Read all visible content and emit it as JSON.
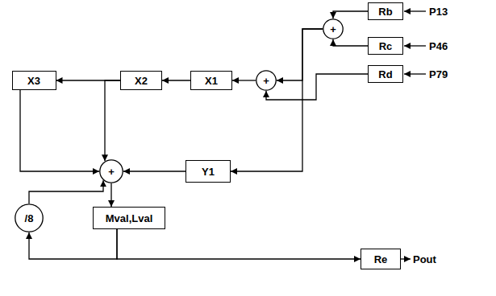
{
  "diagram": {
    "nodes": [
      {
        "text": [
          "Rb"
        ]
      },
      {
        "text": [
          "+"
        ]
      },
      {
        "text": [
          "X3"
        ]
      },
      {
        "text": [
          "X2"
        ]
      },
      {
        "text": [
          "X1"
        ]
      },
      {
        "text": [
          "+"
        ]
      },
      {
        "text": [
          "Rc"
        ]
      },
      {
        "text": [
          "Rd"
        ]
      },
      {
        "text": [
          "+"
        ]
      },
      {
        "text": [
          "Y1"
        ]
      },
      {
        "text": [
          "/8"
        ]
      },
      {
        "text": [
          "Mval,Lval"
        ]
      },
      {
        "text": [
          "Re"
        ]
      }
    ],
    "edges": [
      {
        "from": 0,
        "to": 1,
        "arrow": "to"
      },
      {
        "from": 6,
        "to": 1,
        "arrow": "to"
      },
      {
        "from": 1,
        "to": 5,
        "arrow": "to"
      },
      {
        "from": 7,
        "to": 5,
        "arrow": "to"
      },
      {
        "from": 1,
        "to": 9,
        "arrow": "to"
      },
      {
        "from": 5,
        "to": 4,
        "arrow": "to"
      },
      {
        "from": 4,
        "to": 3,
        "arrow": "to"
      },
      {
        "from": 3,
        "to": 2,
        "arrow": "to"
      },
      {
        "from": 3,
        "to": 8,
        "arrow": "to"
      },
      {
        "from": 2,
        "to": 8,
        "arrow": "to"
      },
      {
        "from": 9,
        "to": 8,
        "arrow": "to"
      },
      {
        "from": 10,
        "to": 8,
        "arrow": "to"
      },
      {
        "from": 8,
        "to": 11,
        "arrow": "to"
      },
      {
        "from": 11,
        "to": 10,
        "arrow": "to"
      },
      {
        "from": 11,
        "to": 12,
        "arrow": "to"
      }
    ],
    "labels": [
      "P13",
      "P46",
      "P79",
      "Pout"
    ]
  }
}
